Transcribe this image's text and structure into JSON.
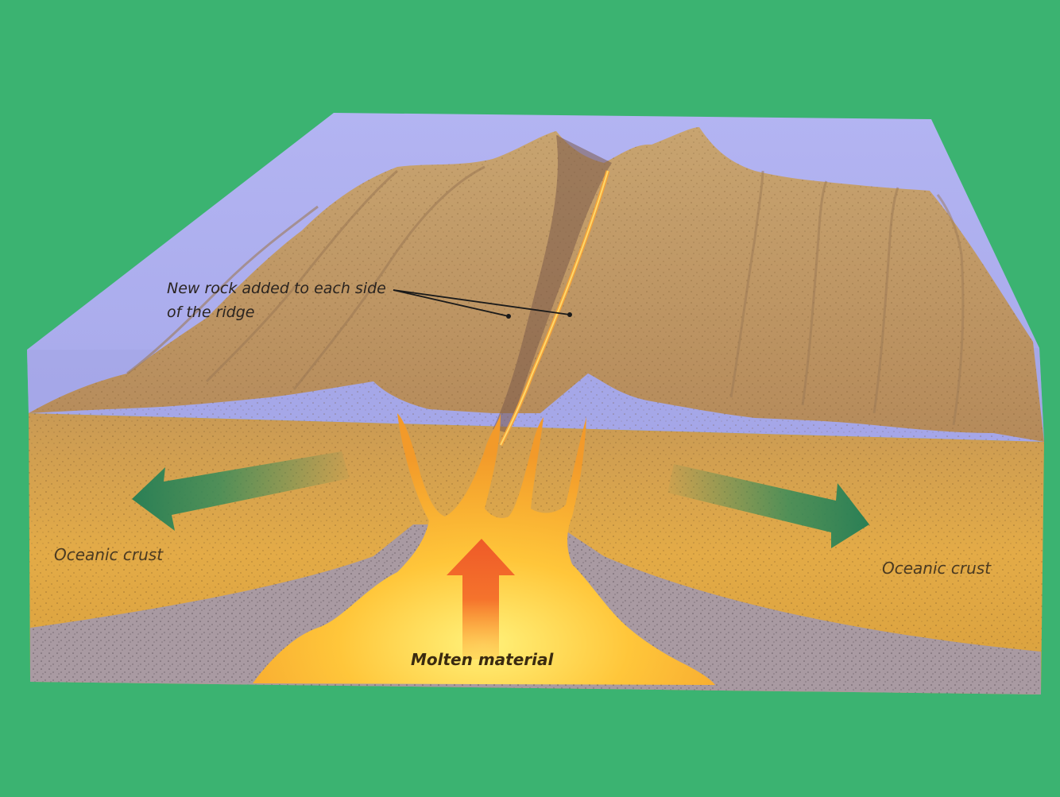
{
  "labels": {
    "new_rock": "New rock added to each side of the ridge",
    "oceanic_crust_left": "Oceanic crust",
    "oceanic_crust_right": "Oceanic crust",
    "molten": "Molten material"
  },
  "colors": {
    "background": "#3bb371",
    "water": "#b8b8f0",
    "crust": "#e0a84a",
    "mantle": "#a89aa0",
    "magma": "#ffb030",
    "spreading_arrow": "#2e8a5a",
    "rising_arrow": "#f05a28"
  }
}
